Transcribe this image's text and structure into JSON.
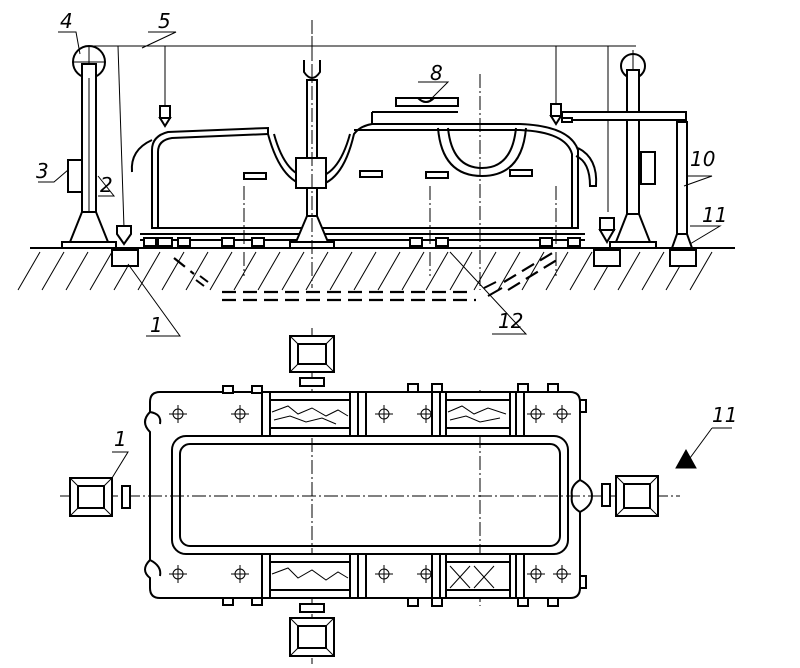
{
  "labels": {
    "l1_top": "1",
    "l2": "2",
    "l3": "3",
    "l4": "4",
    "l5": "5",
    "l8": "8",
    "l10": "10",
    "l11_top": "11",
    "l12": "12",
    "l1_bottom": "1",
    "l11_bottom": "11"
  }
}
